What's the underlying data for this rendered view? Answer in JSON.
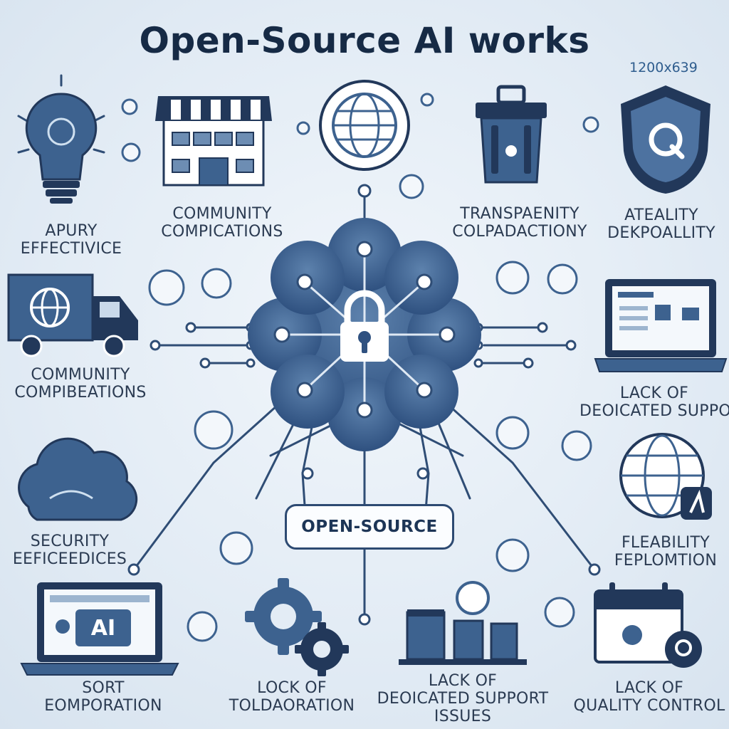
{
  "title": "Open-Source AI works",
  "size_tag": "1200x639",
  "center_label": "OPEN-SOURCE",
  "screen_badge": "AI",
  "labels": {
    "top_left": [
      "APURY",
      "EFFECTIVICE"
    ],
    "top_mid_left": [
      "COMMUNITY",
      "COMPICATIONS"
    ],
    "top_mid_right": [
      "TRANSPAENITY",
      "COLPADACTIONY"
    ],
    "top_right": [
      "ATEALITY",
      "DEKPOALLITY"
    ],
    "mid_left": [
      "COMMUNITY",
      "COMPIBEATIONS"
    ],
    "mid_right": [
      "LACK OF",
      "DEOICATED SUPPO"
    ],
    "low_left": [
      "SECURITY",
      "EEFICEEDICES"
    ],
    "low_right": [
      "FLEABILITY",
      "FEPLOMTION"
    ],
    "bottom_1": [
      "SORT",
      "EOMPORATION"
    ],
    "bottom_2": [
      "LOCK OF",
      "TOLDAORATION"
    ],
    "bottom_3": [
      "LACK OF",
      "DEOICATED SUPPORT",
      "ISSUES"
    ],
    "bottom_4": [
      "LACK OF",
      "QUALITY CONTROL"
    ]
  },
  "colors": {
    "primary": "#3a5f8c",
    "dark": "#233b5c",
    "light": "#9db5cf",
    "background": "#e3ecf5"
  },
  "icons": [
    "lightbulb-icon",
    "storefront-icon",
    "globe-icon",
    "trash-icon",
    "shield-icon",
    "truck-icon",
    "laptop-icon",
    "cloud-icon",
    "globe-badge-icon",
    "ai-laptop-icon",
    "gear-icon",
    "server-blocks-icon",
    "calendar-icon",
    "padlock-icon"
  ]
}
